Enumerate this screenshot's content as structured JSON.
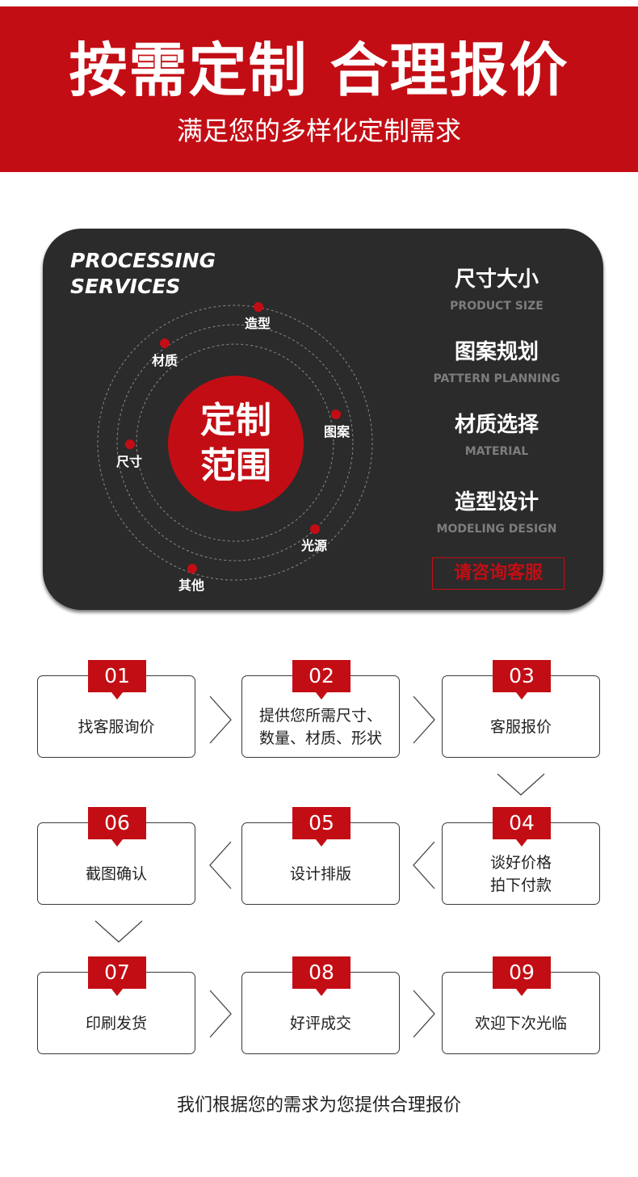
{
  "banner": {
    "title": "按需定制 合理报价",
    "subtitle": "满足您的多样化定制需求"
  },
  "panel": {
    "heading_line1": "PROCESSING",
    "heading_line2": "SERVICES",
    "core_line1": "定制",
    "core_line2": "范围",
    "nodes": [
      {
        "label": "造型"
      },
      {
        "label": "材质"
      },
      {
        "label": "图案"
      },
      {
        "label": "尺寸"
      },
      {
        "label": "光源"
      },
      {
        "label": "其他"
      }
    ],
    "services": [
      {
        "cn": "尺寸大小",
        "en": "PRODUCT SIZE"
      },
      {
        "cn": "图案规划",
        "en": "PATTERN PLANNING"
      },
      {
        "cn": "材质选择",
        "en": "MATERIAL"
      },
      {
        "cn": "造型设计",
        "en": "MODELING DESIGN"
      }
    ],
    "consult_label": "请咨询客服"
  },
  "steps": [
    {
      "num": "01",
      "lines": [
        "找客服询价"
      ]
    },
    {
      "num": "02",
      "lines": [
        "提供您所需尺寸、",
        "数量、材质、形状"
      ]
    },
    {
      "num": "03",
      "lines": [
        "客服报价"
      ]
    },
    {
      "num": "04",
      "lines": [
        "谈好价格",
        "拍下付款"
      ]
    },
    {
      "num": "05",
      "lines": [
        "设计排版"
      ]
    },
    {
      "num": "06",
      "lines": [
        "截图确认"
      ]
    },
    {
      "num": "07",
      "lines": [
        "印刷发货"
      ]
    },
    {
      "num": "08",
      "lines": [
        "好评成交"
      ]
    },
    {
      "num": "09",
      "lines": [
        "欢迎下次光临"
      ]
    }
  ],
  "footer": {
    "text": "我们根据您的需求为您提供合理报价"
  },
  "colors": {
    "accent": "#c30d14",
    "panel_bg": "#2b2b2b",
    "muted": "#7d7d7d"
  }
}
